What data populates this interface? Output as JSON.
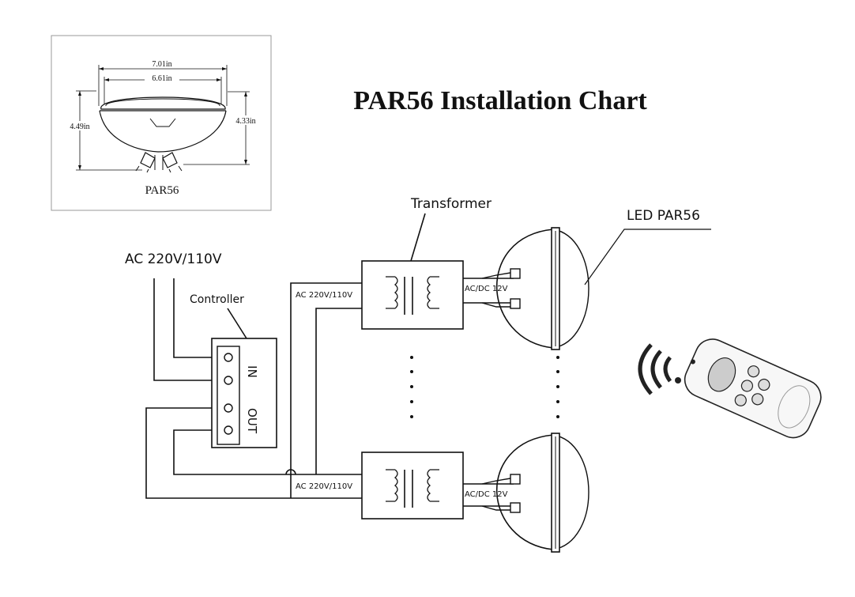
{
  "title": "PAR56 Installation Chart",
  "dimension_panel": {
    "width_outer": "7.01in",
    "width_inner": "6.61in",
    "height_outer": "4.49in",
    "height_inner": "4.33in",
    "caption": "PAR56"
  },
  "labels": {
    "ac_input": "AC 220V/110V",
    "controller": "Controller",
    "port_in": "IN",
    "port_out": "OUT",
    "transformer": "Transformer",
    "led": "LED PAR56",
    "transformer_input_top": "AC 220V/110V",
    "transformer_input_bottom": "AC 220V/110V",
    "lamp_voltage_top": "AC/DC 12V",
    "lamp_voltage_bottom": "AC/DC 12V"
  },
  "icons": [
    "wireless-signal-icon",
    "remote-control-icon"
  ]
}
